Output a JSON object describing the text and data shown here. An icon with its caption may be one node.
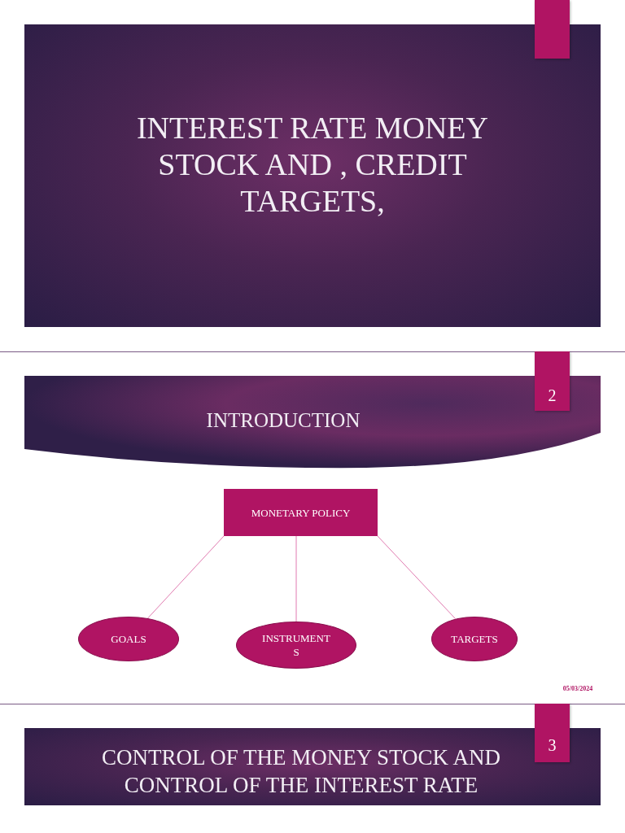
{
  "diagram": {
    "nodes": [
      {
        "text": [
          "MONETARY POLICY"
        ]
      },
      {
        "text": [
          "GOALS"
        ]
      },
      {
        "text": [
          "INSTRUMENTS"
        ]
      },
      {
        "text": [
          "TARGETS"
        ]
      }
    ],
    "edges": [
      {
        "from": 0,
        "to": 1,
        "arrow": "none"
      },
      {
        "from": 0,
        "to": 2,
        "arrow": "none"
      },
      {
        "from": 0,
        "to": 3,
        "arrow": "none"
      }
    ],
    "labels": [
      "INTEREST RATE MONEY STOCK AND , CREDIT TARGETS,",
      "2",
      "INTRODUCTION",
      "05/03/2024",
      "3",
      "CONTROL OF THE MONEY STOCK AND CONTROL OF THE INTEREST RATE"
    ]
  }
}
